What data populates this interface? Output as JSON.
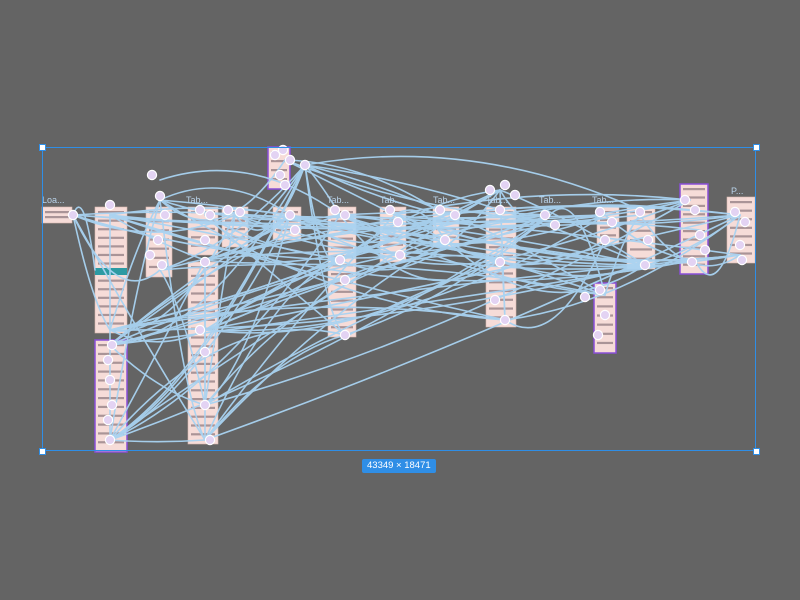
{
  "selection": {
    "dimensions": "43349 × 18471"
  },
  "colors": {
    "canvas": "#646464",
    "selection": "#2f8ee6",
    "connector": "#a9d3f2",
    "hotspot": "#e3d3f3",
    "component_frame": "#8a4fd8",
    "screen_bg": "#f6dcd8"
  },
  "frame_labels": [
    {
      "id": "load",
      "text": "Loa..."
    },
    {
      "id": "tab1",
      "text": "Tab..."
    },
    {
      "id": "tab2",
      "text": "Tab..."
    },
    {
      "id": "tab3",
      "text": "Tab..."
    },
    {
      "id": "tab4",
      "text": "Tab..."
    },
    {
      "id": "tab5",
      "text": "Tab..."
    },
    {
      "id": "tab6",
      "text": "Tab..."
    },
    {
      "id": "tab7",
      "text": "Tab..."
    },
    {
      "id": "p",
      "text": "P..."
    }
  ]
}
